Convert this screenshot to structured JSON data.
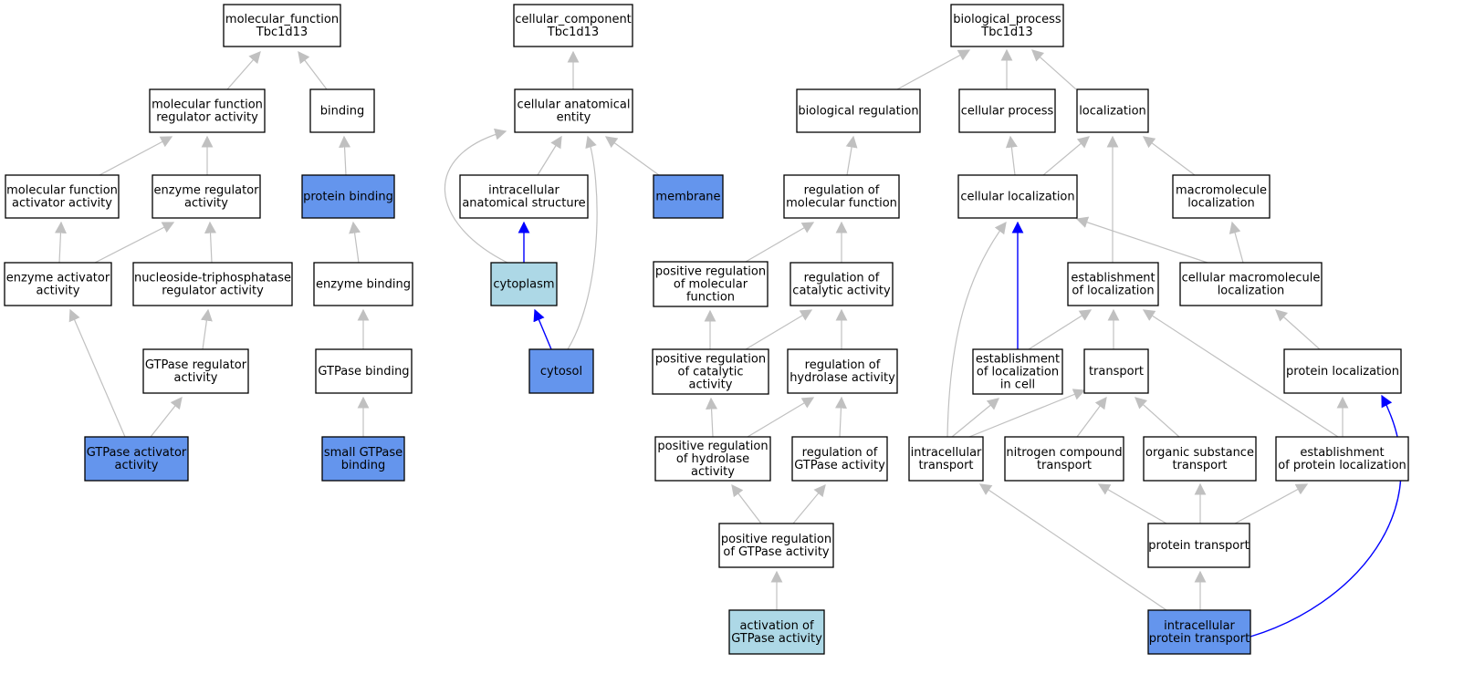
{
  "colors": {
    "edge": "#c0c0c0",
    "highlight_edge": "#0000ff",
    "node_fill": "#ffffff",
    "direct_fill": "#6495ed",
    "inferred_fill": "#add8e6",
    "border": "#000000"
  },
  "nodes": [
    {
      "id": "mf_root",
      "lines": [
        "molecular_function",
        "Tbc1d13"
      ],
      "style": "plain"
    },
    {
      "id": "mf_reg",
      "lines": [
        "molecular function",
        "regulator activity"
      ],
      "style": "plain"
    },
    {
      "id": "binding",
      "lines": [
        "binding"
      ],
      "style": "plain"
    },
    {
      "id": "mf_act",
      "lines": [
        "molecular function",
        "activator activity"
      ],
      "style": "plain"
    },
    {
      "id": "enz_reg",
      "lines": [
        "enzyme regulator",
        "activity"
      ],
      "style": "plain"
    },
    {
      "id": "prot_bind",
      "lines": [
        "protein binding"
      ],
      "style": "direct"
    },
    {
      "id": "enz_act",
      "lines": [
        "enzyme activator",
        "activity"
      ],
      "style": "plain"
    },
    {
      "id": "ntp_reg",
      "lines": [
        "nucleoside-triphosphatase",
        "regulator activity"
      ],
      "style": "plain"
    },
    {
      "id": "enz_bind",
      "lines": [
        "enzyme binding"
      ],
      "style": "plain"
    },
    {
      "id": "gtpase_reg",
      "lines": [
        "GTPase regulator",
        "activity"
      ],
      "style": "plain"
    },
    {
      "id": "gtpase_bind",
      "lines": [
        "GTPase binding"
      ],
      "style": "plain"
    },
    {
      "id": "gtpase_act",
      "lines": [
        "GTPase activator",
        "activity"
      ],
      "style": "direct"
    },
    {
      "id": "small_gtpase",
      "lines": [
        "small GTPase",
        "binding"
      ],
      "style": "direct"
    },
    {
      "id": "cc_root",
      "lines": [
        "cellular_component",
        "Tbc1d13"
      ],
      "style": "plain"
    },
    {
      "id": "cae",
      "lines": [
        "cellular anatomical",
        "entity"
      ],
      "style": "plain"
    },
    {
      "id": "ias",
      "lines": [
        "intracellular",
        "anatomical structure"
      ],
      "style": "plain"
    },
    {
      "id": "membrane",
      "lines": [
        "membrane"
      ],
      "style": "direct"
    },
    {
      "id": "cytoplasm",
      "lines": [
        "cytoplasm"
      ],
      "style": "inferred"
    },
    {
      "id": "cytosol",
      "lines": [
        "cytosol"
      ],
      "style": "direct"
    },
    {
      "id": "bp_root",
      "lines": [
        "biological_process",
        "Tbc1d13"
      ],
      "style": "plain"
    },
    {
      "id": "bio_reg",
      "lines": [
        "biological regulation"
      ],
      "style": "plain"
    },
    {
      "id": "cell_proc",
      "lines": [
        "cellular process"
      ],
      "style": "plain"
    },
    {
      "id": "loc",
      "lines": [
        "localization"
      ],
      "style": "plain"
    },
    {
      "id": "reg_mf",
      "lines": [
        "regulation of",
        "molecular function"
      ],
      "style": "plain"
    },
    {
      "id": "cell_loc",
      "lines": [
        "cellular localization"
      ],
      "style": "plain"
    },
    {
      "id": "macro_loc",
      "lines": [
        "macromolecule",
        "localization"
      ],
      "style": "plain"
    },
    {
      "id": "pos_reg_mf",
      "lines": [
        "positive regulation",
        "of molecular",
        "function"
      ],
      "style": "plain"
    },
    {
      "id": "reg_cat",
      "lines": [
        "regulation of",
        "catalytic activity"
      ],
      "style": "plain"
    },
    {
      "id": "est_loc",
      "lines": [
        "establishment",
        "of localization"
      ],
      "style": "plain"
    },
    {
      "id": "cell_macro_loc",
      "lines": [
        "cellular macromolecule",
        "localization"
      ],
      "style": "plain"
    },
    {
      "id": "pos_reg_cat",
      "lines": [
        "positive regulation",
        "of catalytic",
        "activity"
      ],
      "style": "plain"
    },
    {
      "id": "reg_hyd",
      "lines": [
        "regulation of",
        "hydrolase activity"
      ],
      "style": "plain"
    },
    {
      "id": "est_loc_cell",
      "lines": [
        "establishment",
        "of localization",
        "in cell"
      ],
      "style": "plain"
    },
    {
      "id": "transport",
      "lines": [
        "transport"
      ],
      "style": "plain"
    },
    {
      "id": "prot_loc",
      "lines": [
        "protein localization"
      ],
      "style": "plain"
    },
    {
      "id": "pos_reg_hyd",
      "lines": [
        "positive regulation",
        "of hydrolase",
        "activity"
      ],
      "style": "plain"
    },
    {
      "id": "reg_gtpase",
      "lines": [
        "regulation of",
        "GTPase activity"
      ],
      "style": "plain"
    },
    {
      "id": "ic_transport",
      "lines": [
        "intracellular",
        "transport"
      ],
      "style": "plain"
    },
    {
      "id": "nitro_transport",
      "lines": [
        "nitrogen compound",
        "transport"
      ],
      "style": "plain"
    },
    {
      "id": "org_transport",
      "lines": [
        "organic substance",
        "transport"
      ],
      "style": "plain"
    },
    {
      "id": "est_prot_loc",
      "lines": [
        "establishment",
        "of protein localization"
      ],
      "style": "plain"
    },
    {
      "id": "pos_reg_gtpase",
      "lines": [
        "positive regulation",
        "of GTPase activity"
      ],
      "style": "plain"
    },
    {
      "id": "prot_transport",
      "lines": [
        "protein transport"
      ],
      "style": "plain"
    },
    {
      "id": "act_gtpase",
      "lines": [
        "activation of",
        "GTPase activity"
      ],
      "style": "inferred"
    },
    {
      "id": "ic_prot_transport",
      "lines": [
        "intracellular",
        "protein transport"
      ],
      "style": "direct"
    }
  ],
  "edges": [
    {
      "from": "mf_reg",
      "to": "mf_root",
      "color": "gray"
    },
    {
      "from": "binding",
      "to": "mf_root",
      "color": "gray"
    },
    {
      "from": "mf_act",
      "to": "mf_reg",
      "color": "gray"
    },
    {
      "from": "enz_reg",
      "to": "mf_reg",
      "color": "gray"
    },
    {
      "from": "prot_bind",
      "to": "binding",
      "color": "gray"
    },
    {
      "from": "enz_act",
      "to": "mf_act",
      "color": "gray"
    },
    {
      "from": "enz_act",
      "to": "enz_reg",
      "color": "gray"
    },
    {
      "from": "ntp_reg",
      "to": "enz_reg",
      "color": "gray"
    },
    {
      "from": "enz_bind",
      "to": "prot_bind",
      "color": "gray"
    },
    {
      "from": "gtpase_reg",
      "to": "ntp_reg",
      "color": "gray"
    },
    {
      "from": "gtpase_bind",
      "to": "enz_bind",
      "color": "gray"
    },
    {
      "from": "gtpase_act",
      "to": "enz_act",
      "color": "gray"
    },
    {
      "from": "gtpase_act",
      "to": "gtpase_reg",
      "color": "gray"
    },
    {
      "from": "small_gtpase",
      "to": "gtpase_bind",
      "color": "gray"
    },
    {
      "from": "cae",
      "to": "cc_root",
      "color": "gray"
    },
    {
      "from": "ias",
      "to": "cae",
      "color": "gray"
    },
    {
      "from": "membrane",
      "to": "cae",
      "color": "gray"
    },
    {
      "from": "cytoplasm",
      "to": "cae",
      "color": "gray"
    },
    {
      "from": "cytosol",
      "to": "cae",
      "color": "gray"
    },
    {
      "from": "cytoplasm",
      "to": "ias",
      "color": "blue"
    },
    {
      "from": "cytosol",
      "to": "cytoplasm",
      "color": "blue"
    },
    {
      "from": "bio_reg",
      "to": "bp_root",
      "color": "gray"
    },
    {
      "from": "cell_proc",
      "to": "bp_root",
      "color": "gray"
    },
    {
      "from": "loc",
      "to": "bp_root",
      "color": "gray"
    },
    {
      "from": "reg_mf",
      "to": "bio_reg",
      "color": "gray"
    },
    {
      "from": "cell_loc",
      "to": "cell_proc",
      "color": "gray"
    },
    {
      "from": "cell_loc",
      "to": "loc",
      "color": "gray"
    },
    {
      "from": "macro_loc",
      "to": "loc",
      "color": "gray"
    },
    {
      "from": "est_loc",
      "to": "loc",
      "color": "gray"
    },
    {
      "from": "pos_reg_mf",
      "to": "reg_mf",
      "color": "gray"
    },
    {
      "from": "reg_cat",
      "to": "reg_mf",
      "color": "gray"
    },
    {
      "from": "cell_macro_loc",
      "to": "cell_loc",
      "color": "gray"
    },
    {
      "from": "cell_macro_loc",
      "to": "macro_loc",
      "color": "gray"
    },
    {
      "from": "pos_reg_cat",
      "to": "pos_reg_mf",
      "color": "gray"
    },
    {
      "from": "pos_reg_cat",
      "to": "reg_cat",
      "color": "gray"
    },
    {
      "from": "reg_hyd",
      "to": "reg_cat",
      "color": "gray"
    },
    {
      "from": "est_loc_cell",
      "to": "cell_loc",
      "color": "blue"
    },
    {
      "from": "est_loc_cell",
      "to": "est_loc",
      "color": "gray"
    },
    {
      "from": "transport",
      "to": "est_loc",
      "color": "gray"
    },
    {
      "from": "prot_loc",
      "to": "cell_macro_loc",
      "color": "gray"
    },
    {
      "from": "pos_reg_hyd",
      "to": "pos_reg_cat",
      "color": "gray"
    },
    {
      "from": "pos_reg_hyd",
      "to": "reg_hyd",
      "color": "gray"
    },
    {
      "from": "reg_gtpase",
      "to": "reg_hyd",
      "color": "gray"
    },
    {
      "from": "ic_transport",
      "to": "cell_loc",
      "color": "gray"
    },
    {
      "from": "ic_transport",
      "to": "est_loc_cell",
      "color": "gray"
    },
    {
      "from": "ic_transport",
      "to": "transport",
      "color": "gray"
    },
    {
      "from": "nitro_transport",
      "to": "transport",
      "color": "gray"
    },
    {
      "from": "org_transport",
      "to": "transport",
      "color": "gray"
    },
    {
      "from": "est_prot_loc",
      "to": "est_loc",
      "color": "gray"
    },
    {
      "from": "est_prot_loc",
      "to": "prot_loc",
      "color": "gray"
    },
    {
      "from": "pos_reg_gtpase",
      "to": "pos_reg_hyd",
      "color": "gray"
    },
    {
      "from": "pos_reg_gtpase",
      "to": "reg_gtpase",
      "color": "gray"
    },
    {
      "from": "prot_transport",
      "to": "nitro_transport",
      "color": "gray"
    },
    {
      "from": "prot_transport",
      "to": "org_transport",
      "color": "gray"
    },
    {
      "from": "prot_transport",
      "to": "est_prot_loc",
      "color": "gray"
    },
    {
      "from": "act_gtpase",
      "to": "pos_reg_gtpase",
      "color": "gray"
    },
    {
      "from": "ic_prot_transport",
      "to": "ic_transport",
      "color": "gray"
    },
    {
      "from": "ic_prot_transport",
      "to": "prot_transport",
      "color": "gray"
    },
    {
      "from": "ic_prot_transport",
      "to": "prot_loc",
      "color": "blue"
    }
  ]
}
